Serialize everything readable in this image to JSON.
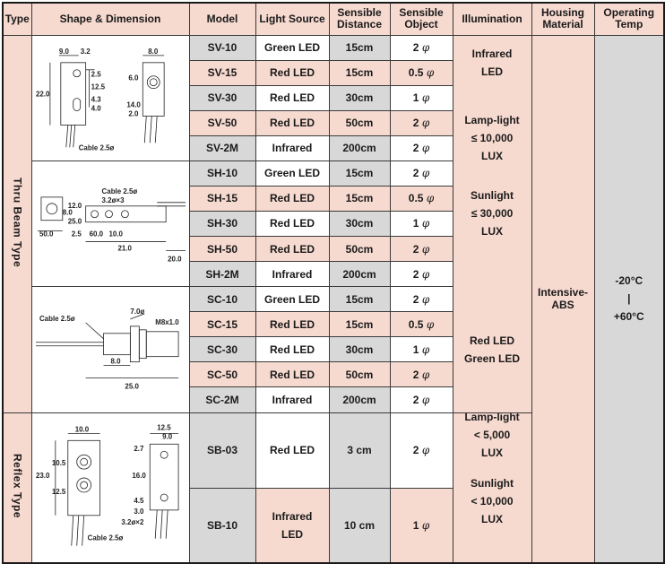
{
  "headers": {
    "type": "Type",
    "shape": "Shape & Dimension",
    "model": "Model",
    "light_source": "Light Source",
    "sensible_distance": "Sensible Distance",
    "sensible_object": "Sensible Object",
    "illumination": "Illumination",
    "housing": "Housing Material",
    "temp": "Operating Temp"
  },
  "types": {
    "thru_beam": "Thru Beam Type",
    "reflex": "Reflex Type"
  },
  "rows": [
    {
      "model": "SV-10",
      "source": "Green LED",
      "distance": "15cm",
      "object": "2",
      "unit": "φ"
    },
    {
      "model": "SV-15",
      "source": "Red LED",
      "distance": "15cm",
      "object": "0.5",
      "unit": "φ"
    },
    {
      "model": "SV-30",
      "source": "Red LED",
      "distance": "30cm",
      "object": "1",
      "unit": "φ"
    },
    {
      "model": "SV-50",
      "source": "Red LED",
      "distance": "50cm",
      "object": "2",
      "unit": "φ"
    },
    {
      "model": "SV-2M",
      "source": "Infrared",
      "distance": "200cm",
      "object": "2",
      "unit": "φ"
    },
    {
      "model": "SH-10",
      "source": "Green LED",
      "distance": "15cm",
      "object": "2",
      "unit": "φ"
    },
    {
      "model": "SH-15",
      "source": "Red LED",
      "distance": "15cm",
      "object": "0.5",
      "unit": "φ"
    },
    {
      "model": "SH-30",
      "source": "Red LED",
      "distance": "30cm",
      "object": "1",
      "unit": "φ"
    },
    {
      "model": "SH-50",
      "source": "Red LED",
      "distance": "50cm",
      "object": "2",
      "unit": "φ"
    },
    {
      "model": "SH-2M",
      "source": "Infrared",
      "distance": "200cm",
      "object": "2",
      "unit": "φ"
    },
    {
      "model": "SC-10",
      "source": "Green LED",
      "distance": "15cm",
      "object": "2",
      "unit": "φ"
    },
    {
      "model": "SC-15",
      "source": "Red LED",
      "distance": "15cm",
      "object": "0.5",
      "unit": "φ"
    },
    {
      "model": "SC-30",
      "source": "Red LED",
      "distance": "30cm",
      "object": "1",
      "unit": "φ"
    },
    {
      "model": "SC-50",
      "source": "Red LED",
      "distance": "50cm",
      "object": "2",
      "unit": "φ"
    },
    {
      "model": "SC-2M",
      "source": "Infrared",
      "distance": "200cm",
      "object": "2",
      "unit": "φ"
    }
  ],
  "reflex_rows": [
    {
      "model": "SB-03",
      "source_line1": "Red LED",
      "source_line2": "",
      "distance": "3 cm",
      "object": "2",
      "unit": "φ"
    },
    {
      "model": "SB-10",
      "source_line1": "Infrared",
      "source_line2": "LED",
      "distance": "10 cm",
      "object": "1",
      "unit": "φ"
    }
  ],
  "illumination_thru": {
    "line1": "Infrared",
    "line2": "LED",
    "line3": "Lamp-light",
    "line4": "≤ 10,000",
    "line5": "LUX",
    "line6": "Sunlight",
    "line7": "≤ 30,000",
    "line8": "LUX"
  },
  "illumination_visible": {
    "line1": "Red LED",
    "line2": "Green LED",
    "line3": "Lamp-light",
    "line4": "< 5,000",
    "line5": "LUX",
    "line6": "Sunlight",
    "line7": "< 10,000",
    "line8": "LUX"
  },
  "housing": "Intensive-ABS",
  "temp": {
    "low": "-20°C",
    "sep": "|",
    "high": "+60°C"
  },
  "drawings": {
    "sv": {
      "d_9": "9.0",
      "d_32": "3.2",
      "d_8": "8.0",
      "d_22": "22.0",
      "d_25": "2.5",
      "d_125": "12.5",
      "d_43": "4.3",
      "d_40": "4.0",
      "d_60": "6.0",
      "d_140": "14.0",
      "d_20": "2.0",
      "cable": "Cable  2.5ø"
    },
    "sh": {
      "cable": "Cable  2.5ø",
      "holes": "3.2ø×3",
      "d_120": "12.0",
      "d_80": "8.0",
      "d_250": "25.0",
      "d_25": "2.5",
      "d_50": "50.0",
      "d_60": "60.0",
      "d_100": "10.0",
      "d_210": "21.0",
      "d_200": "20.0"
    },
    "sc": {
      "cable": "Cable  2.5ø",
      "d_70": "7.0ø",
      "thread": "M8x1.0",
      "d_80": "8.0",
      "d_250": "25.0"
    },
    "sb": {
      "d_100": "10.0",
      "d_125": "12.5",
      "d_90": "9.0",
      "d_105": "10.5",
      "d_230": "23.0",
      "d_125b": "12.5",
      "d_27": "2.7",
      "d_160": "16.0",
      "d_45": "4.5",
      "d_30": "3.0",
      "holes": "3.2ø×2",
      "cable": "Cable  2.5ø"
    }
  }
}
